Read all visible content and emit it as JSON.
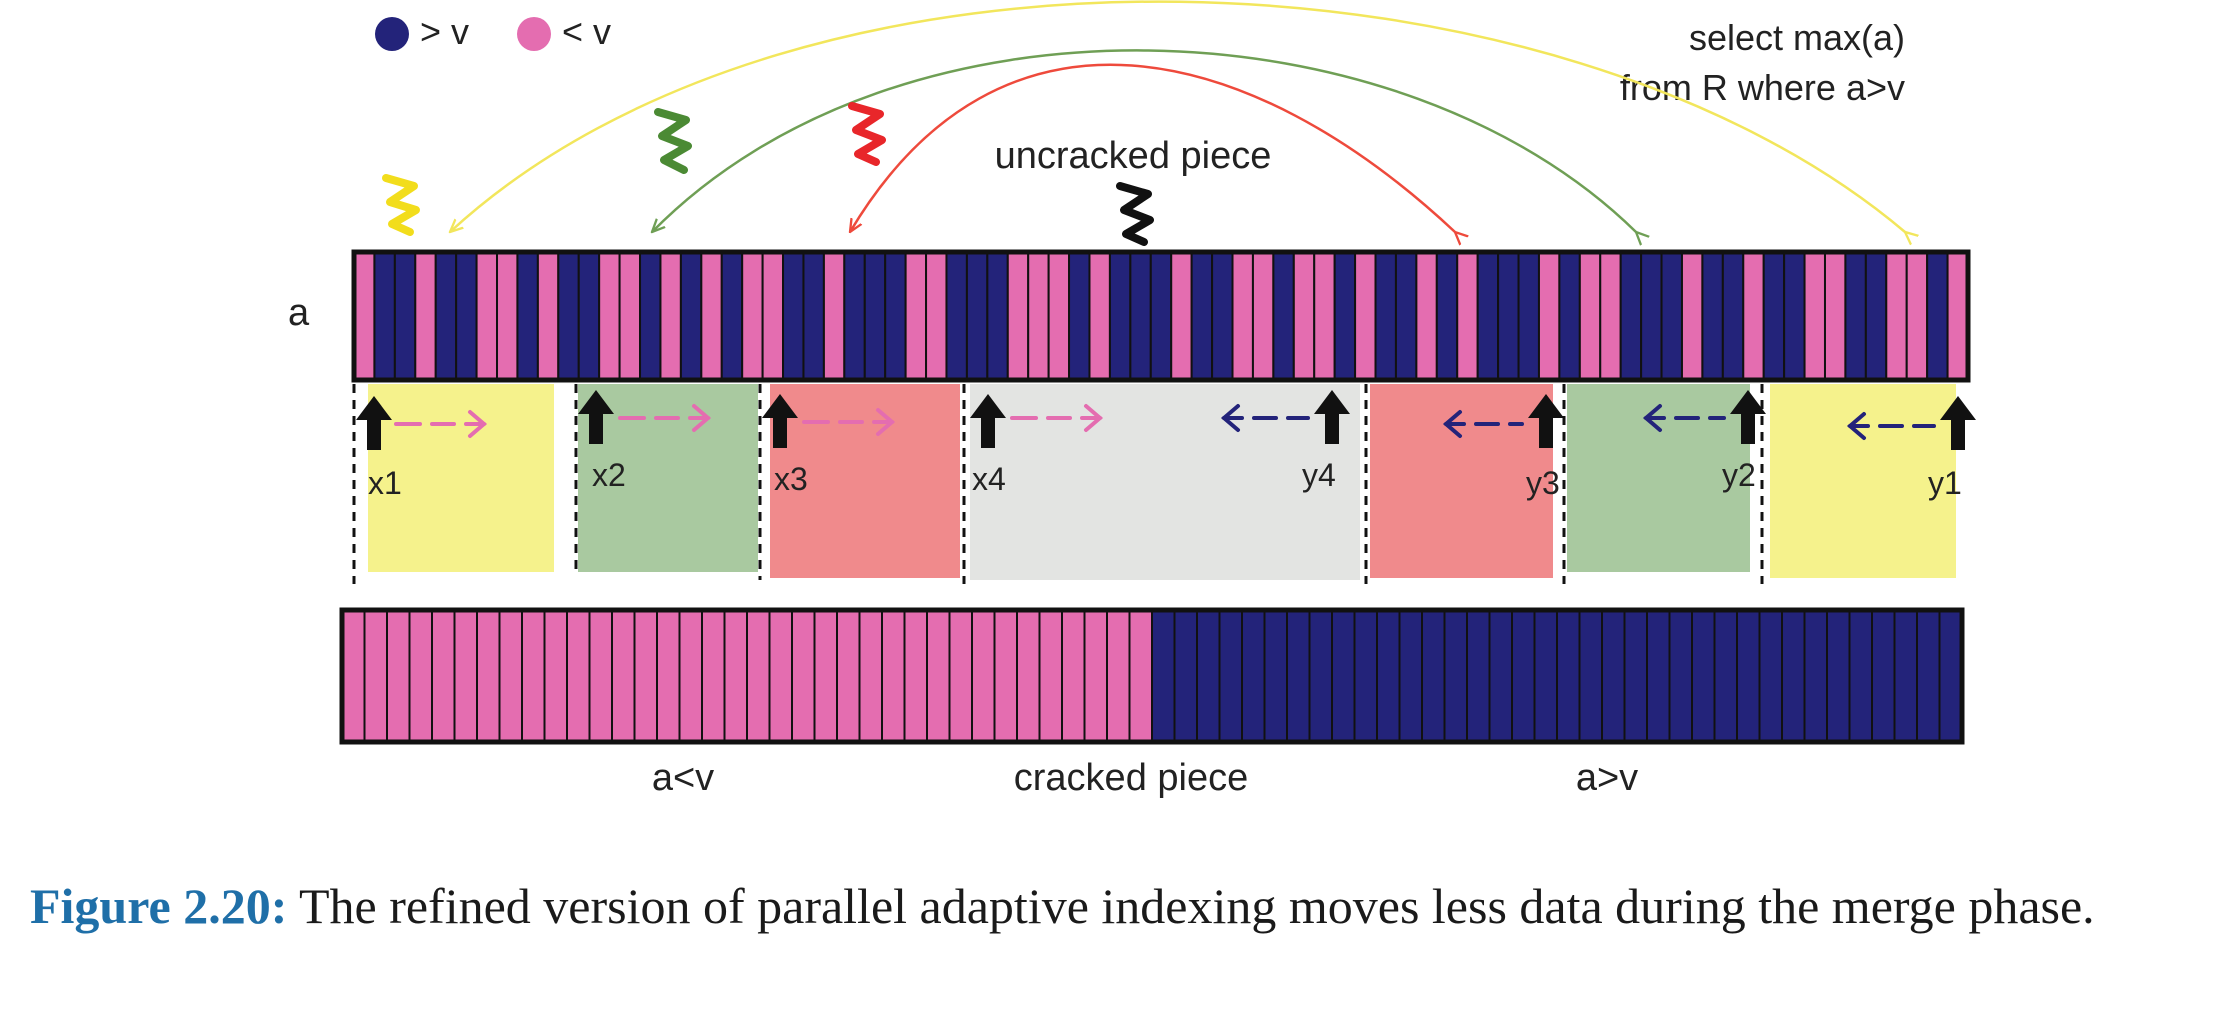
{
  "legend": [
    {
      "label": "> v",
      "color": "#23237a"
    },
    {
      "label": "< v",
      "color": "#e46db0"
    }
  ],
  "query": {
    "line1": "select max(a)",
    "line2": "from R where a>v"
  },
  "uncracked_label": "uncracked piece",
  "array_label": "a",
  "colors": {
    "pink": "#e46db0",
    "navy": "#23237a",
    "yellow": "#f5f28c",
    "green": "#a9c9a0",
    "red": "#f08a8c",
    "gray": "#e3e4e2",
    "arc_yellow": "#f2e65c",
    "arc_green": "#6f9f55",
    "arc_red": "#ee4a3c"
  },
  "top_pattern": "PNNPNNPPNPNNPPNPNPNPPNNPNNNPPNNNPPPNPNNNPNNPPNPPNPNNPNPNNNPNPPNNNPNNPNNPPNNPPNP",
  "bottom_counts": {
    "pink": 36,
    "navy": 36
  },
  "pointers_left": [
    "x1",
    "x2",
    "x3",
    "x4"
  ],
  "pointers_right": [
    "y4",
    "y3",
    "y2",
    "y1"
  ],
  "bottom_labels": {
    "left": "a<v",
    "center": "cracked piece",
    "right": "a>v"
  },
  "caption": {
    "label": "Figure 2.20:",
    "text": " The refined version of parallel adaptive indexing moves less data during the merge phase."
  }
}
